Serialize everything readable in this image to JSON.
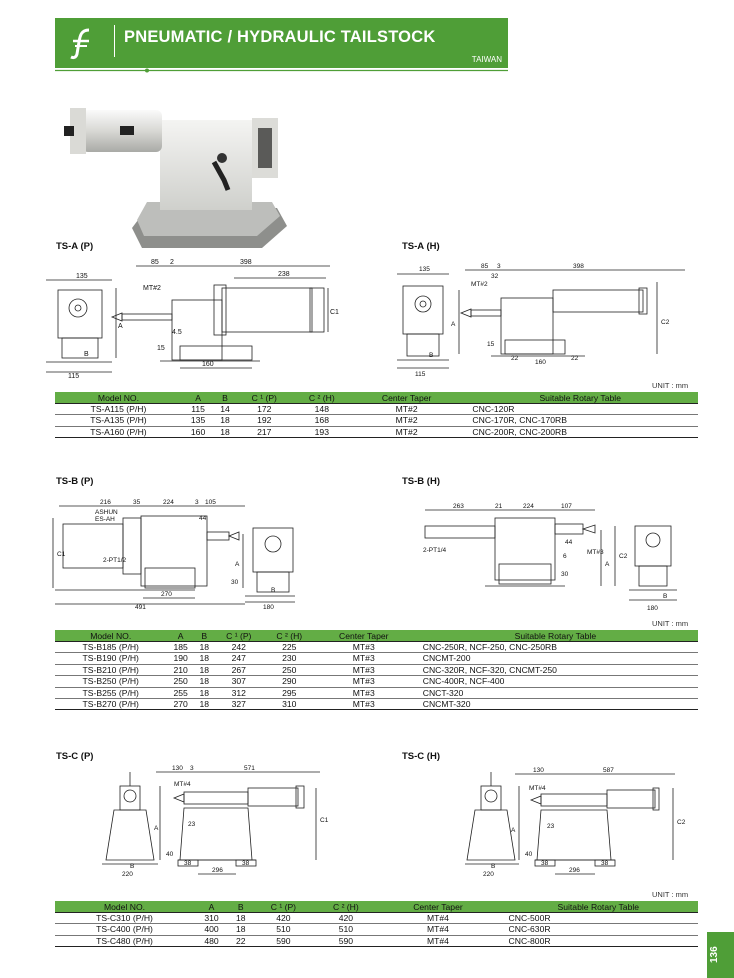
{
  "header": {
    "title": "PNEUMATIC / HYDRAULIC TAILSTOCK",
    "subtitle": "TAIWAN"
  },
  "colors": {
    "brand_green": "#4f9e37",
    "table_header": "#63ad45"
  },
  "unit_label": "UNIT : mm",
  "page_number": "136",
  "table_columns": [
    "Model NO.",
    "A",
    "B",
    "C ¹ (P)",
    "C ² (H)",
    "Center Taper",
    "Suitable Rotary Table"
  ],
  "sections": {
    "ts_a_p": {
      "title": "TS-A (P)",
      "dims": {
        "d135": "135",
        "d85": "85",
        "d2": "2",
        "d398": "398",
        "d238": "238",
        "mt": "MT#2",
        "a": "A",
        "c1": "C1",
        "d15": "15",
        "d45": "4.5",
        "b": "B",
        "d160": "160",
        "d115": "115"
      }
    },
    "ts_a_h": {
      "title": "TS-A (H)",
      "dims": {
        "d135": "135",
        "d85": "85",
        "d3": "3",
        "d398": "398",
        "d32": "32",
        "mt": "MT#2",
        "a": "A",
        "c2": "C2",
        "d15": "15",
        "b": "B",
        "d22a": "22",
        "d160": "160",
        "d22b": "22",
        "d115": "115"
      }
    },
    "ts_b_p": {
      "title": "TS-B (P)",
      "dims": {
        "d216": "216",
        "d35": "35",
        "d224": "224",
        "d3": "3",
        "d105": "105",
        "ashun": "ASHUN",
        "esah": "ES-AH",
        "d44": "44",
        "c1": "C1",
        "pt": "2-PT1/2",
        "d30": "30",
        "d270": "270",
        "d491": "491",
        "a": "A",
        "b": "B",
        "d180": "180"
      }
    },
    "ts_b_h": {
      "title": "TS-B (H)",
      "dims": {
        "d263": "263",
        "d21": "21",
        "d224": "224",
        "d107": "107",
        "d44": "44",
        "pt": "2-PT1/4",
        "d6": "6",
        "mt": "MT#3",
        "c2": "C2",
        "d30": "30",
        "a": "A",
        "b": "B",
        "d180": "180"
      }
    },
    "ts_c_p": {
      "title": "TS-C (P)",
      "dims": {
        "d130": "130",
        "d3": "3",
        "d571": "571",
        "mt": "MT#4",
        "a": "A",
        "c1": "C1",
        "d23": "23",
        "d40": "40",
        "d38a": "38",
        "d38b": "38",
        "d296": "296",
        "b": "B",
        "d220": "220"
      }
    },
    "ts_c_h": {
      "title": "TS-C (H)",
      "dims": {
        "d130": "130",
        "d587": "587",
        "mt": "MT#4",
        "a": "A",
        "c2": "C2",
        "d23": "23",
        "d40": "40",
        "d38a": "38",
        "d38b": "38",
        "d296": "296",
        "b": "B",
        "d220": "220"
      }
    }
  },
  "tables": {
    "ts_a": [
      [
        "TS-A115 (P/H)",
        "115",
        "14",
        "172",
        "148",
        "MT#2",
        "CNC-120R"
      ],
      [
        "TS-A135 (P/H)",
        "135",
        "18",
        "192",
        "168",
        "MT#2",
        "CNC-170R, CNC-170RB"
      ],
      [
        "TS-A160 (P/H)",
        "160",
        "18",
        "217",
        "193",
        "MT#2",
        "CNC-200R, CNC-200RB"
      ]
    ],
    "ts_b": [
      [
        "TS-B185 (P/H)",
        "185",
        "18",
        "242",
        "225",
        "MT#3",
        "CNC-250R, NCF-250, CNC-250RB"
      ],
      [
        "TS-B190 (P/H)",
        "190",
        "18",
        "247",
        "230",
        "MT#3",
        "CNCMT-200"
      ],
      [
        "TS-B210 (P/H)",
        "210",
        "18",
        "267",
        "250",
        "MT#3",
        "CNC-320R, NCF-320, CNCMT-250"
      ],
      [
        "TS-B250 (P/H)",
        "250",
        "18",
        "307",
        "290",
        "MT#3",
        "CNC-400R, NCF-400"
      ],
      [
        "TS-B255 (P/H)",
        "255",
        "18",
        "312",
        "295",
        "MT#3",
        "CNCT-320"
      ],
      [
        "TS-B270 (P/H)",
        "270",
        "18",
        "327",
        "310",
        "MT#3",
        "CNCMT-320"
      ]
    ],
    "ts_c": [
      [
        "TS-C310 (P/H)",
        "310",
        "18",
        "420",
        "420",
        "MT#4",
        "CNC-500R"
      ],
      [
        "TS-C400 (P/H)",
        "400",
        "18",
        "510",
        "510",
        "MT#4",
        "CNC-630R"
      ],
      [
        "TS-C480 (P/H)",
        "480",
        "22",
        "590",
        "590",
        "MT#4",
        "CNC-800R"
      ]
    ]
  }
}
